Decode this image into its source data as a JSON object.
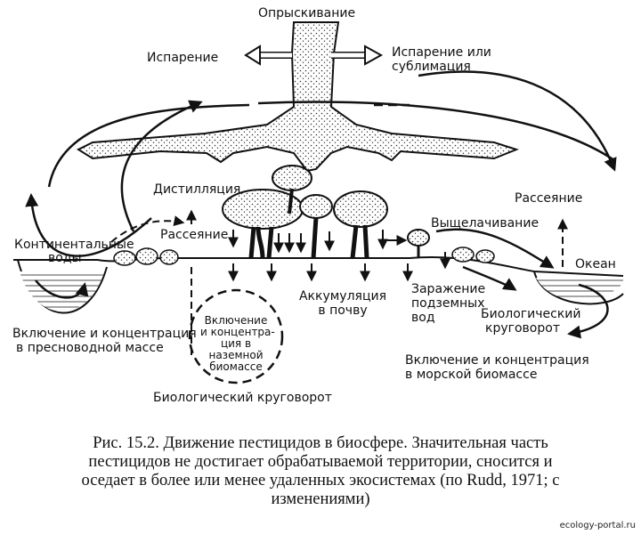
{
  "labels": {
    "spraying": "Опрыскивание",
    "evaporation": "Испарение",
    "evap_sublimation_1": "Испарение или",
    "evap_sublimation_2": "сублимация",
    "distillation": "Дистилляция",
    "dispersion_left": "Рассеяние",
    "dispersion_right": "Рассеяние",
    "leaching": "Выщелачивание",
    "continental_1": "Континентальные",
    "continental_2": "воды",
    "ocean": "Океан",
    "fresh_1": "Включение и концентрация",
    "fresh_2": "в пресноводной массе",
    "terr_1": "Включение",
    "terr_2": "и концентра-",
    "terr_3": "ция в",
    "terr_4": "наземной",
    "terr_5": "биомассе",
    "accum_1": "Аккумуляция",
    "accum_2": "в почву",
    "ground_1": "Заражение",
    "ground_2": "подземных",
    "ground_3": "вод",
    "bio_cycle_right_1": "Биологический",
    "bio_cycle_right_2": "круговорот",
    "marine_1": "Включение и концентрация",
    "marine_2": "в морской биомассе",
    "bio_cycle_bottom": "Биологический круговорот"
  },
  "caption": {
    "line1": "Рис. 15.2. Движение пестицидов в биосфере. Значительная часть",
    "line2": "пестицидов не достигает обрабатываемой территории, сносится и",
    "line3": "оседает в более или менее удаленных экосистемах (по Rudd, 1971; с",
    "line4": "изменениями)"
  },
  "watermark": "ecology-portal.ru"
}
